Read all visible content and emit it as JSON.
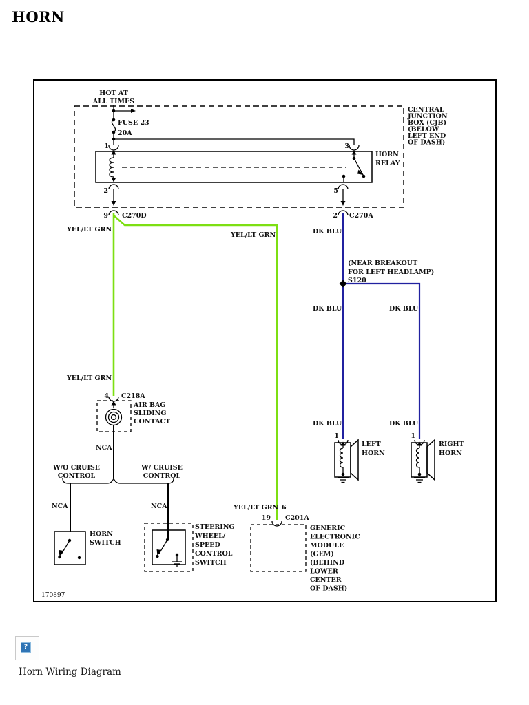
{
  "colors": {
    "wire_green": "#7DDF12",
    "wire_blue": "#2121A0",
    "diagram_ink": "#000000",
    "icon_blue": "#2F74B5"
  },
  "title": "HORN",
  "power": {
    "hot1": "HOT AT",
    "hot2": "ALL TIMES",
    "fuse": "FUSE 23",
    "amps": "20A"
  },
  "cjb": {
    "label": [
      "CENTRAL",
      "JUNCTION",
      "BOX (CJB)",
      "(BELOW",
      "LEFT END",
      "OF DASH)"
    ]
  },
  "relay": {
    "name": [
      "HORN",
      "RELAY"
    ],
    "pin1": "1",
    "pin2": "2",
    "pin3": "3",
    "pin5": "5"
  },
  "connectors": {
    "c270d_pin": "9",
    "c270d": "C270D",
    "c270a_pin": "2",
    "c270a": "C270A",
    "c218a_pin": "4",
    "c218a": "C218A",
    "c201a_pin": "19",
    "c201a": "C201A",
    "gem_circuit": "6"
  },
  "wire_labels": {
    "yel_lt_grn": "YEL/LT GRN",
    "dk_blu": "DK BLU",
    "nca": "NCA"
  },
  "splice": {
    "note": [
      "(NEAR BREAKOUT",
      "FOR LEFT HEADLAMP)"
    ],
    "id": "S120"
  },
  "airbag": {
    "label": [
      "AIR BAG",
      "SLIDING",
      "CONTACT"
    ]
  },
  "branches": {
    "wo_cruise": [
      "W/O CRUISE",
      "CONTROL"
    ],
    "w_cruise": [
      "W/ CRUISE",
      "CONTROL"
    ]
  },
  "horn_switch": {
    "label": [
      "HORN",
      "SWITCH"
    ]
  },
  "speed_control_switch": {
    "label": [
      "STEERING",
      "WHEEL/",
      "SPEED",
      "CONTROL",
      "SWITCH"
    ]
  },
  "gem": {
    "label": [
      "GENERIC",
      "ELECTRONIC",
      "MODULE",
      "(GEM)",
      "(BEHIND",
      "LOWER",
      "CENTER",
      "OF DASH)"
    ]
  },
  "left_horn": {
    "pin": "1",
    "label": [
      "LEFT",
      "HORN"
    ]
  },
  "right_horn": {
    "pin": "1",
    "label": [
      "RIGHT",
      "HORN"
    ]
  },
  "footer": {
    "diagram_id": "170897",
    "icon_glyph": "?",
    "caption": "Horn Wiring Diagram"
  }
}
